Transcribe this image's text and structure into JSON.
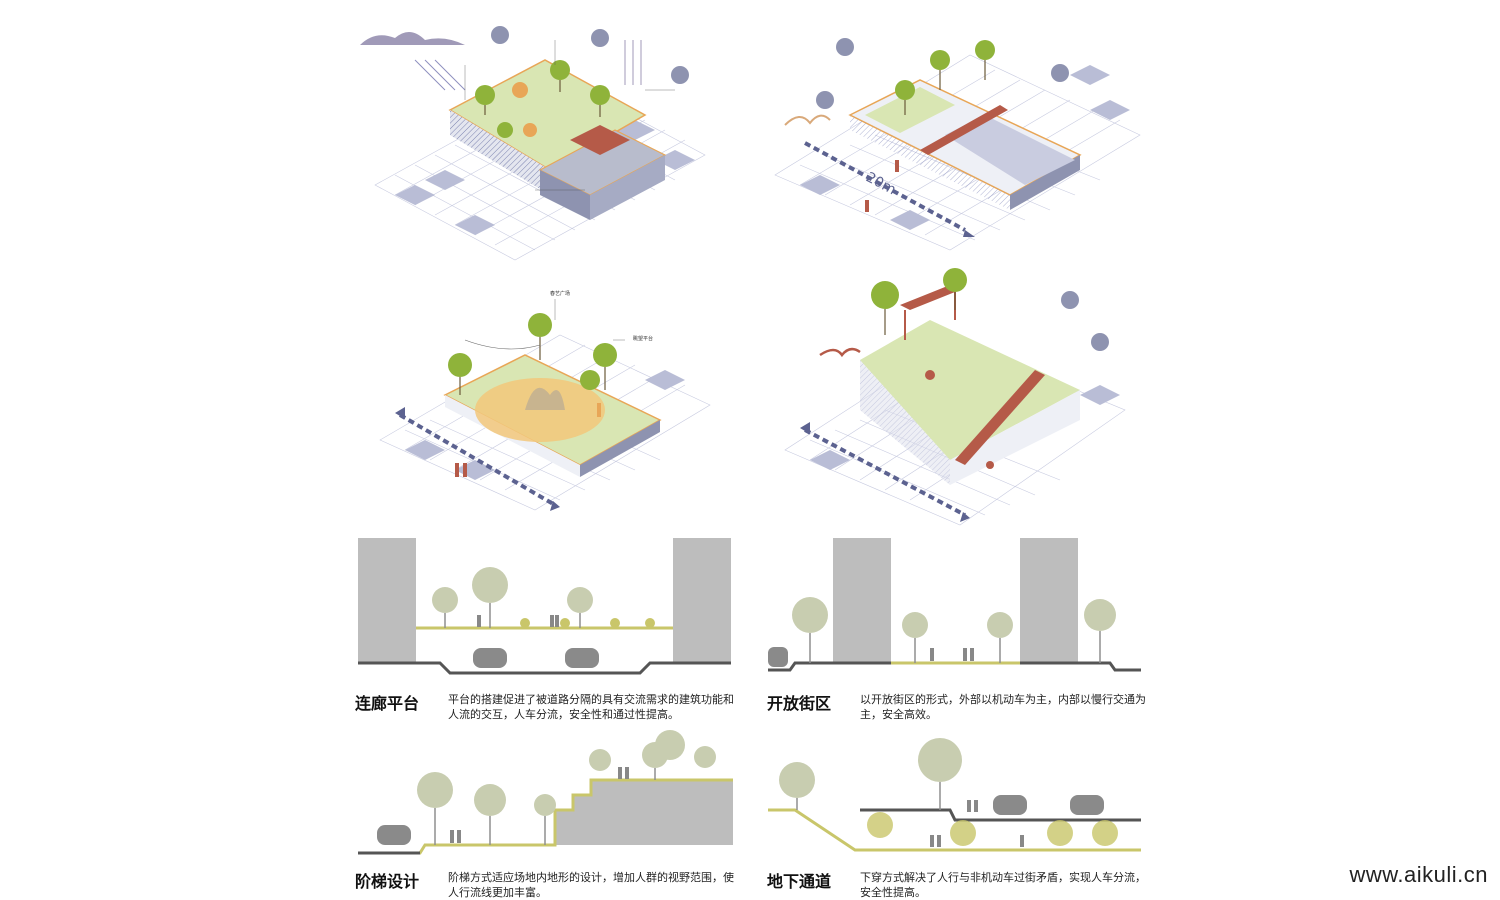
{
  "captions": [
    {
      "title": "连廊平台",
      "text": "平台的搭建促进了被道路分隔的具有交流需求的建筑功能和人流的交互，人车分流，安全性和通过性提高。"
    },
    {
      "title": "开放街区",
      "text": "以开放街区的形式，外部以机动车为主，内部以慢行交通为主，安全高效。"
    },
    {
      "title": "阶梯设计",
      "text": "阶梯方式适应场地内地形的设计，增加人群的视野范围，使人行流线更加丰富。"
    },
    {
      "title": "地下通道",
      "text": "下穿方式解决了人行与非机动车过街矛盾，实现人车分流，安全性提高。"
    }
  ],
  "iso_labels": {
    "dimension": "20m",
    "plaza": "春艺广场",
    "overlook": "眺望平台"
  },
  "watermark": "www.aikuli.cn",
  "colors": {
    "grass": "#d9e6b3",
    "tree": "#8fb33a",
    "orange_accent": "#e8a657",
    "brick": "#b55a48",
    "slate": "#8e93b0",
    "building_gray": "#bdbdbd",
    "section_green": "#c9c66a"
  }
}
